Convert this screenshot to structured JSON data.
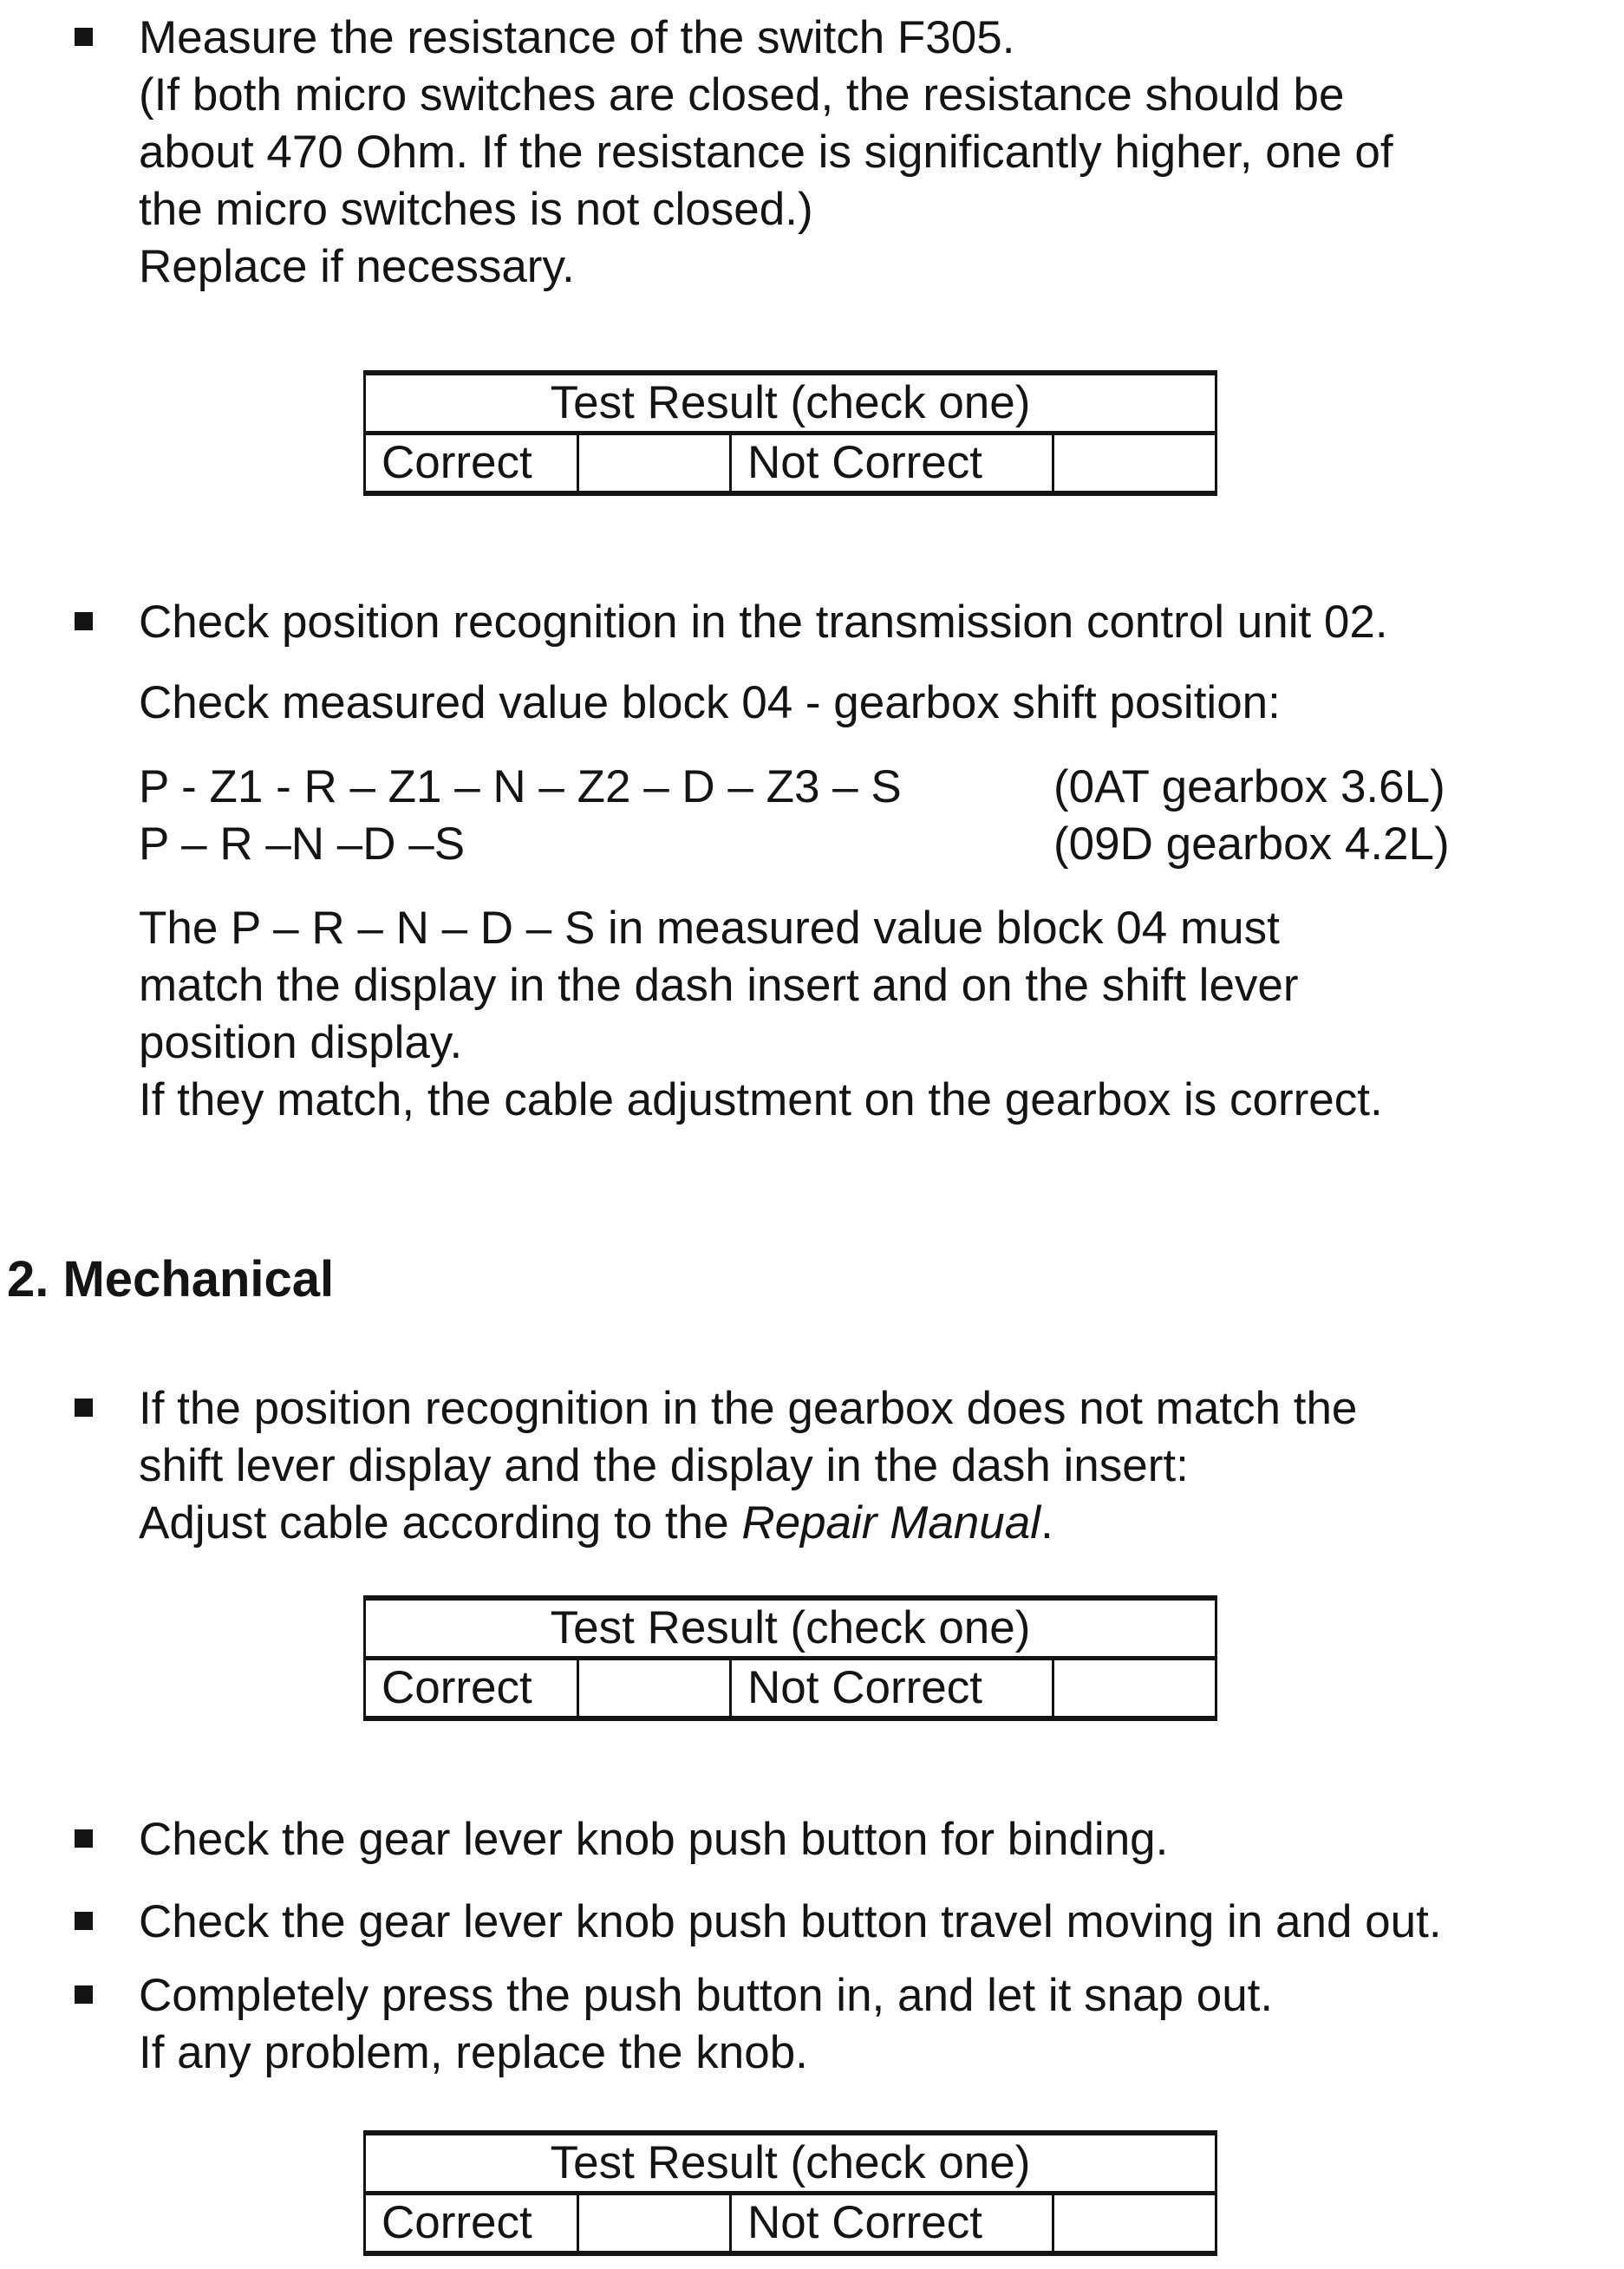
{
  "colors": {
    "text": "#141414",
    "background": "#ffffff"
  },
  "content": {
    "items": {
      "measure_switch": "Measure the resistance of the switch F305.\n(If both micro switches are closed, the resistance should be\nabout 470 Ohm. If the resistance is significantly higher, one of\nthe micro switches is not closed.)\nReplace if necessary.",
      "check_position": "Check position recognition in the transmission control unit 02.",
      "check_measured": "Check measured value block 04 - gearbox shift position:",
      "gear_sequences": [
        {
          "sequence": "P - Z1 - R – Z1 – N – Z2 – D – Z3 – S",
          "gearbox": "(0AT gearbox 3.6L)"
        },
        {
          "sequence": "P – R –N –D –S",
          "gearbox": "(09D gearbox 4.2L)"
        }
      ],
      "match_note": "The P – R – N – D – S in measured value block 04 must\nmatch the display in the dash insert and on the shift lever\nposition display.\nIf they match, the cable adjustment on the gearbox is correct.",
      "section_heading": "2. Mechanical",
      "adjust_cable": {
        "before_italic": "If the position recognition in the gearbox does not match the\nshift lever display and the display in the dash insert:\nAdjust cable according to the ",
        "italic": "Repair Manual",
        "after_italic": "."
      },
      "binding_check": "Check the gear lever knob push button for binding.",
      "travel_check": "Check the gear lever knob push button travel moving in and out.",
      "snap_check": "Completely press the push button in, and let it snap out.\nIf any problem, replace the knob."
    },
    "test_result_table": {
      "header": "Test Result (check one)",
      "correct_label": "Correct",
      "not_correct_label": "Not Correct"
    }
  }
}
